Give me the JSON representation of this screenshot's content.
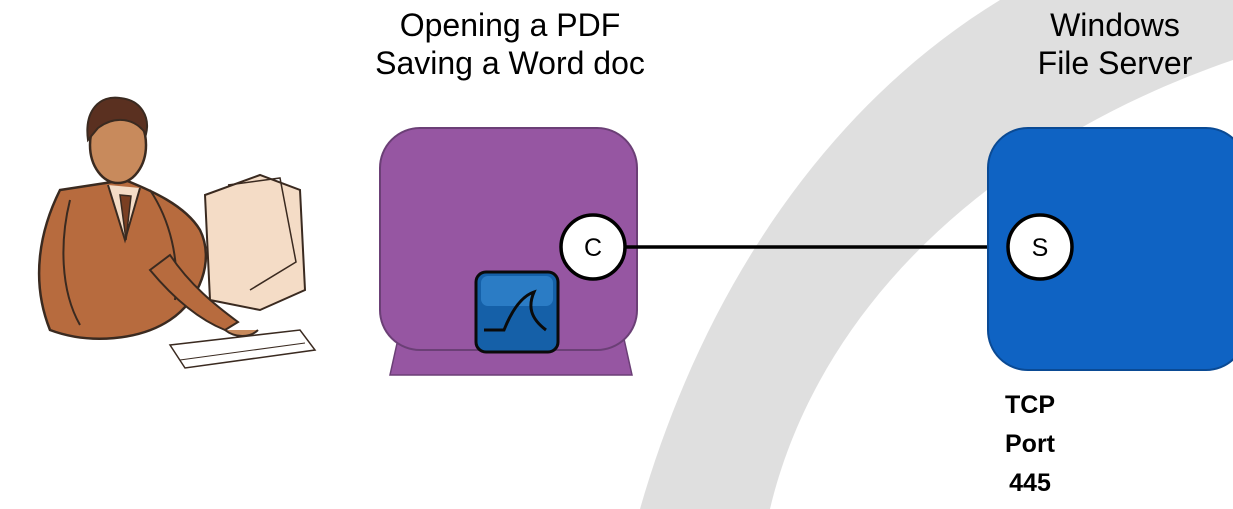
{
  "client": {
    "caption_line1": "Opening a PDF",
    "caption_line2": "Saving a Word doc",
    "endpoint_label": "C",
    "monitor_color": "#9656a2",
    "capture_icon": "shark-fin-icon",
    "user_icon": "person-at-computer-icon"
  },
  "server": {
    "caption_line1": "Windows",
    "caption_line2": "File Server",
    "endpoint_label": "S",
    "box_color": "#0f63c3"
  },
  "port": {
    "line1": "TCP",
    "line2": "Port",
    "line3": "445"
  },
  "connection": {
    "color": "#000000"
  }
}
